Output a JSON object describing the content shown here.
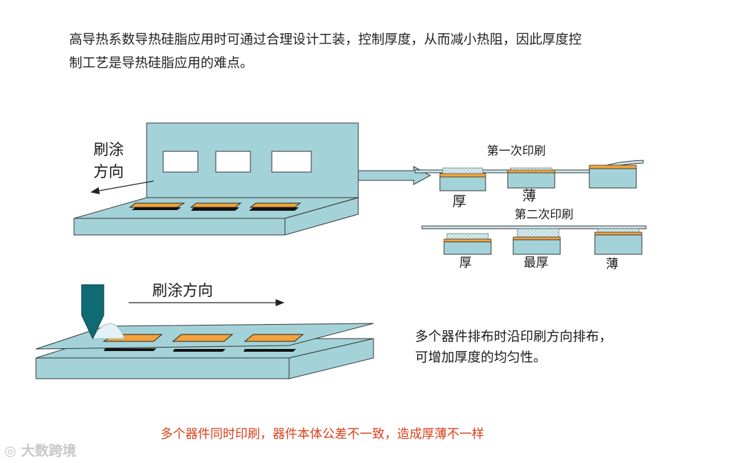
{
  "intro": {
    "line1": "高导热系数导热硅脂应用时可通过合理设计工装，控制厚度，从而减小热阻，因此厚度控",
    "line2": "制工艺是导热硅脂应用的难点。"
  },
  "upper_figure": {
    "direction_line1": "刷涂",
    "direction_line2": "方向"
  },
  "lower_figure": {
    "direction": "刷涂方向"
  },
  "first_print": {
    "title": "第一次印刷",
    "labels": [
      "厚",
      "薄"
    ]
  },
  "second_print": {
    "title": "第二次印刷",
    "labels": [
      "厚",
      "最厚",
      "薄"
    ]
  },
  "note": {
    "line1": "多个器件排布时沿印刷方向排布，",
    "line2": "可增加厚度的均匀性。"
  },
  "footer": "多个器件同时印刷，器件本体公差不一致，造成厚薄不一样",
  "watermark": "大数跨境",
  "colors": {
    "panel": "#a3d3d8",
    "outline": "#333333",
    "pad": "#f3a33a",
    "paste": "#cfe9ec",
    "nozzle": "#0f6b73",
    "footer": "#d9401a"
  }
}
